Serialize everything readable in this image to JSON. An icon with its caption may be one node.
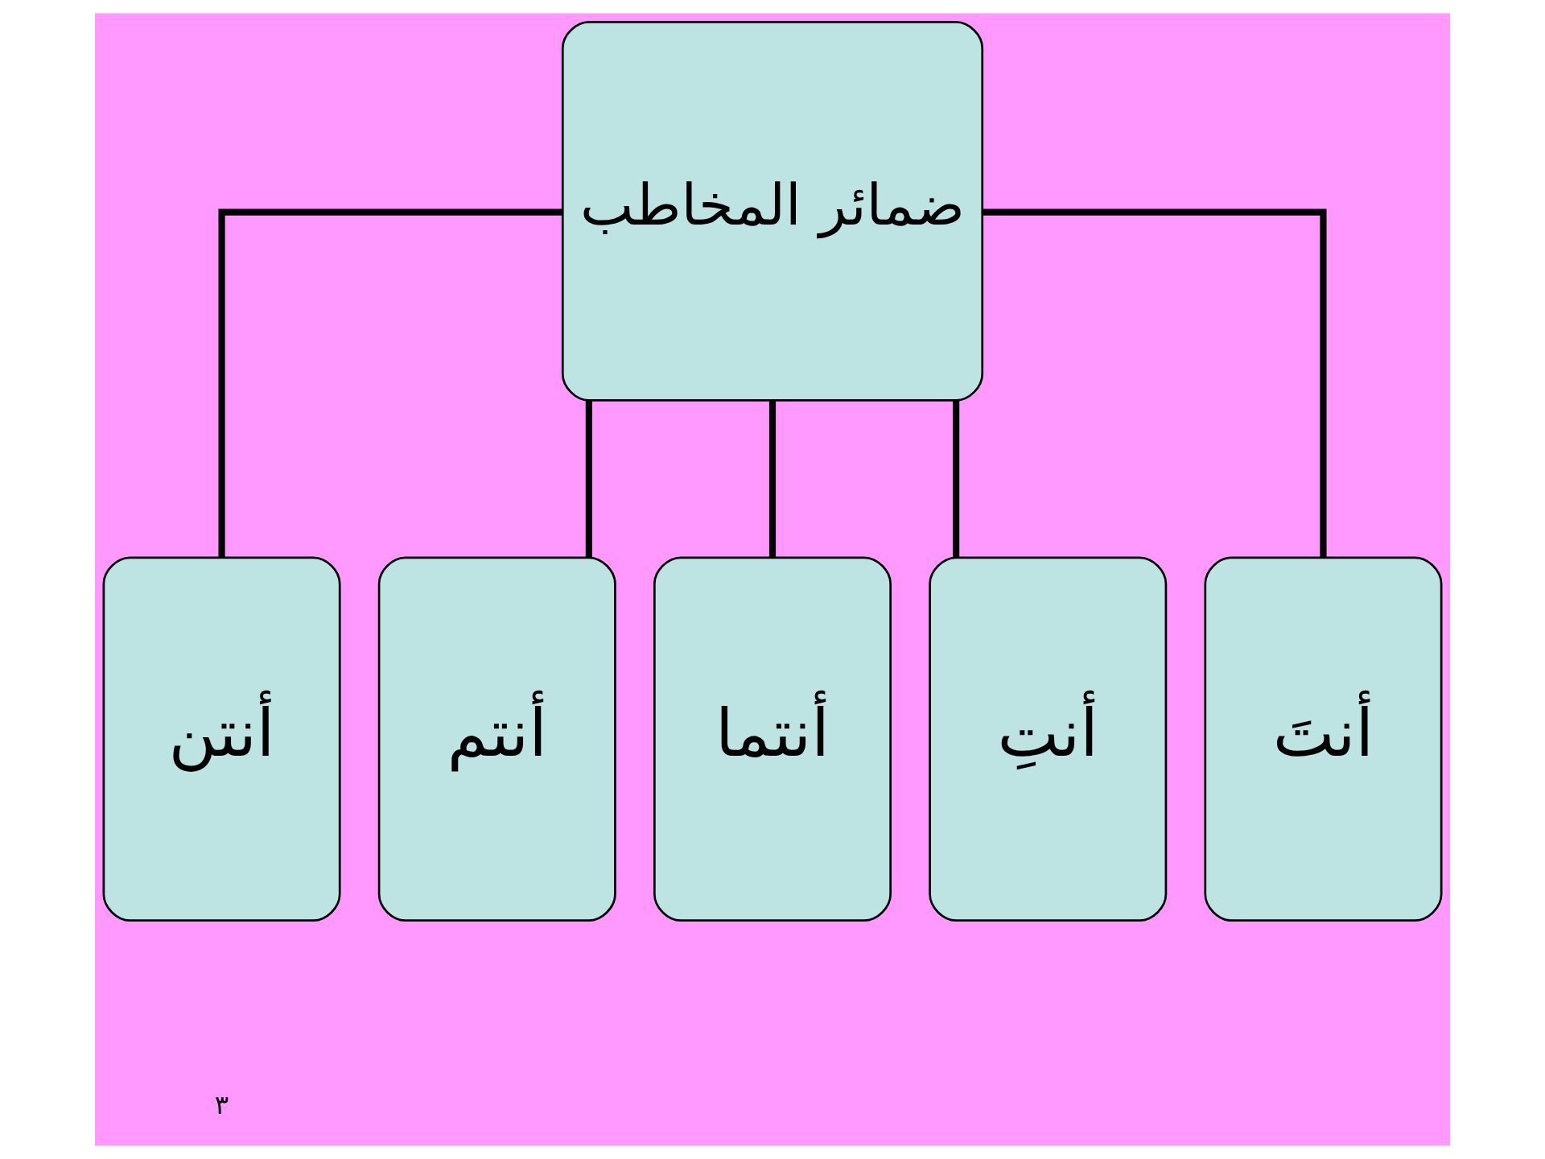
{
  "diagram": {
    "nodes": [
      {
        "text": [
          "ضمائر المخاطب"
        ]
      },
      {
        "text": [
          "أنتَ"
        ]
      },
      {
        "text": [
          "أنتِ"
        ]
      },
      {
        "text": [
          "أنتما"
        ]
      },
      {
        "text": [
          "أنتم"
        ]
      },
      {
        "text": [
          "أنتن"
        ]
      }
    ],
    "edges": [
      {
        "from": 0,
        "to": 1,
        "arrow": "none"
      },
      {
        "from": 0,
        "to": 2,
        "arrow": "none"
      },
      {
        "from": 0,
        "to": 3,
        "arrow": "none"
      },
      {
        "from": 0,
        "to": 4,
        "arrow": "none"
      },
      {
        "from": 0,
        "to": 5,
        "arrow": "none"
      }
    ],
    "labels": [
      "٣"
    ]
  }
}
